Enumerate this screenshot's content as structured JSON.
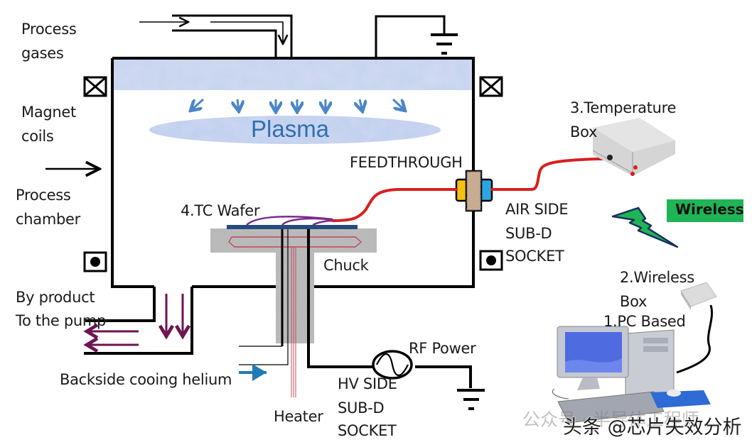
{
  "diagram": {
    "title": "Plasma process chamber with TC wafer temperature measurement",
    "colors": {
      "wall": "#000000",
      "plasma": "#b7cdea",
      "plasma_text": "#2f6fb0",
      "flow_arrows": "#4a86c8",
      "exhaust_arrows": "#6e1450",
      "tc_wire": "#d71f1f",
      "tc_wafer_wire": "#7a2a8c",
      "wafer": "#254b7c",
      "feedthrough_left": "#f6c012",
      "feedthrough_right": "#2aa6e2",
      "feedthrough_body": "#c9a27c",
      "wireless_badge": "#1fb455",
      "helium_arrow": "#2179b6"
    },
    "labels": {
      "process_gases": [
        "Process",
        "gases"
      ],
      "magnet_coils": [
        "Magnet",
        "coils"
      ],
      "process_chamber": [
        "Process",
        "chamber"
      ],
      "plasma": "Plasma",
      "feedthrough": "FEEDTHROUGH",
      "tc_wafer": "4.TC Wafer",
      "chuck": "Chuck",
      "air_side": [
        "AIR SIDE",
        "SUB-D",
        "SOCKET"
      ],
      "by_product": [
        "By product",
        "To the pump"
      ],
      "backside_cooling": "Backside cooing helium",
      "heater": "Heater",
      "hv_side": [
        "HV SIDE",
        "SUB-D",
        "SOCKET"
      ],
      "rf_power": "RF Power",
      "temperature_box": [
        "3.Temperature",
        "Box"
      ],
      "wireless": "Wireless",
      "wireless_box": [
        "2.Wireless",
        "Box"
      ],
      "pc_based": "1.PC Based"
    },
    "icons": {
      "magnet_coil_cross": "coil-cross-icon",
      "magnet_coil_dot": "coil-dot-icon",
      "ground": "ground-icon",
      "rf_source": "ac-source-icon",
      "lightning": "lightning-icon",
      "computer": "desktop-computer-icon"
    },
    "watermark": {
      "faded": "公众号 · 半导体工程师",
      "main": "头条 @芯片失效分析"
    }
  }
}
